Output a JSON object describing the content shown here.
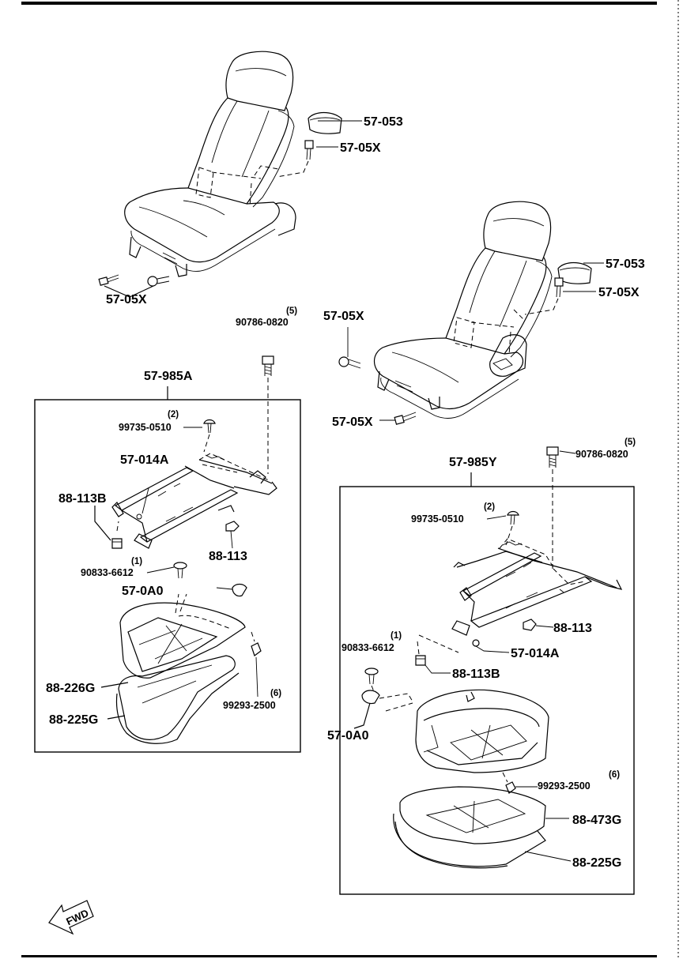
{
  "diagram": {
    "labels": {
      "l1": "57-053",
      "l2": "57-05X",
      "l3": "57-05X",
      "l4": "57-053",
      "l5": "57-05X",
      "l6": "57-05X",
      "l7": "57-05X",
      "l8": "57-985A",
      "l9": "90786-0820",
      "l10": "57-014A",
      "l11": "99735-0510",
      "l12": "88-113B",
      "l13": "88-113",
      "l14": "90833-6612",
      "l15": "57-0A0",
      "l16": "88-226G",
      "l17": "88-225G",
      "l18": "99293-2500",
      "l19": "57-985Y",
      "l20": "90786-0820",
      "l21": "99735-0510",
      "l22": "88-113",
      "l23": "57-014A",
      "l24": "90833-6612",
      "l25": "88-113B",
      "l26": "57-0A0",
      "l27": "99293-2500",
      "l28": "88-473G",
      "l29": "88-225G"
    },
    "quantities": {
      "q1": "(5)",
      "q2": "(2)",
      "q3": "(1)",
      "q4": "(6)",
      "q5": "(5)",
      "q6": "(2)",
      "q7": "(1)",
      "q8": "(6)"
    },
    "fwd": "FWD"
  }
}
